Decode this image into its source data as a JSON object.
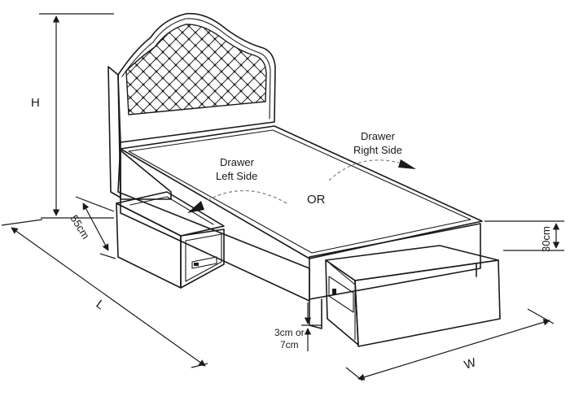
{
  "labels": {
    "height": "H",
    "length": "L",
    "width": "W",
    "drawer_depth": "55cm",
    "drawer_height": "30cm",
    "floor_gap_line1": "3cm or",
    "floor_gap_line2": "7cm",
    "drawer_left_line1": "Drawer",
    "drawer_left_line2": "Left Side",
    "drawer_right_line1": "Drawer",
    "drawer_right_line2": "Right Side",
    "or": "OR"
  }
}
